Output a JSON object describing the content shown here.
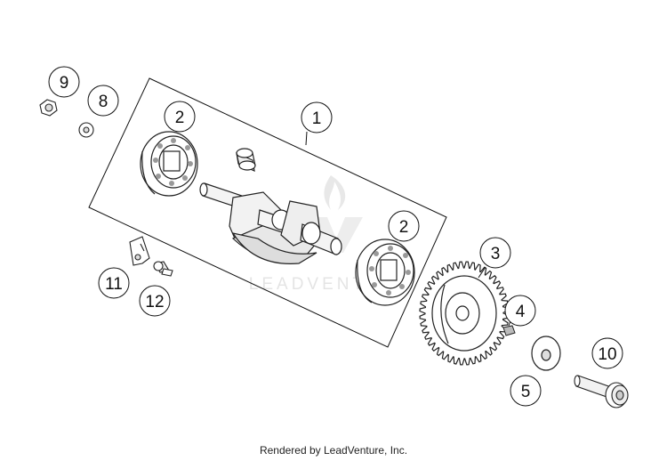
{
  "watermark": "LEADVENTURE",
  "footer": "Rendered by LeadVenture, Inc.",
  "callouts": [
    "1",
    "2",
    "2",
    "3",
    "4",
    "5",
    "8",
    "9",
    "10",
    "11",
    "12"
  ]
}
